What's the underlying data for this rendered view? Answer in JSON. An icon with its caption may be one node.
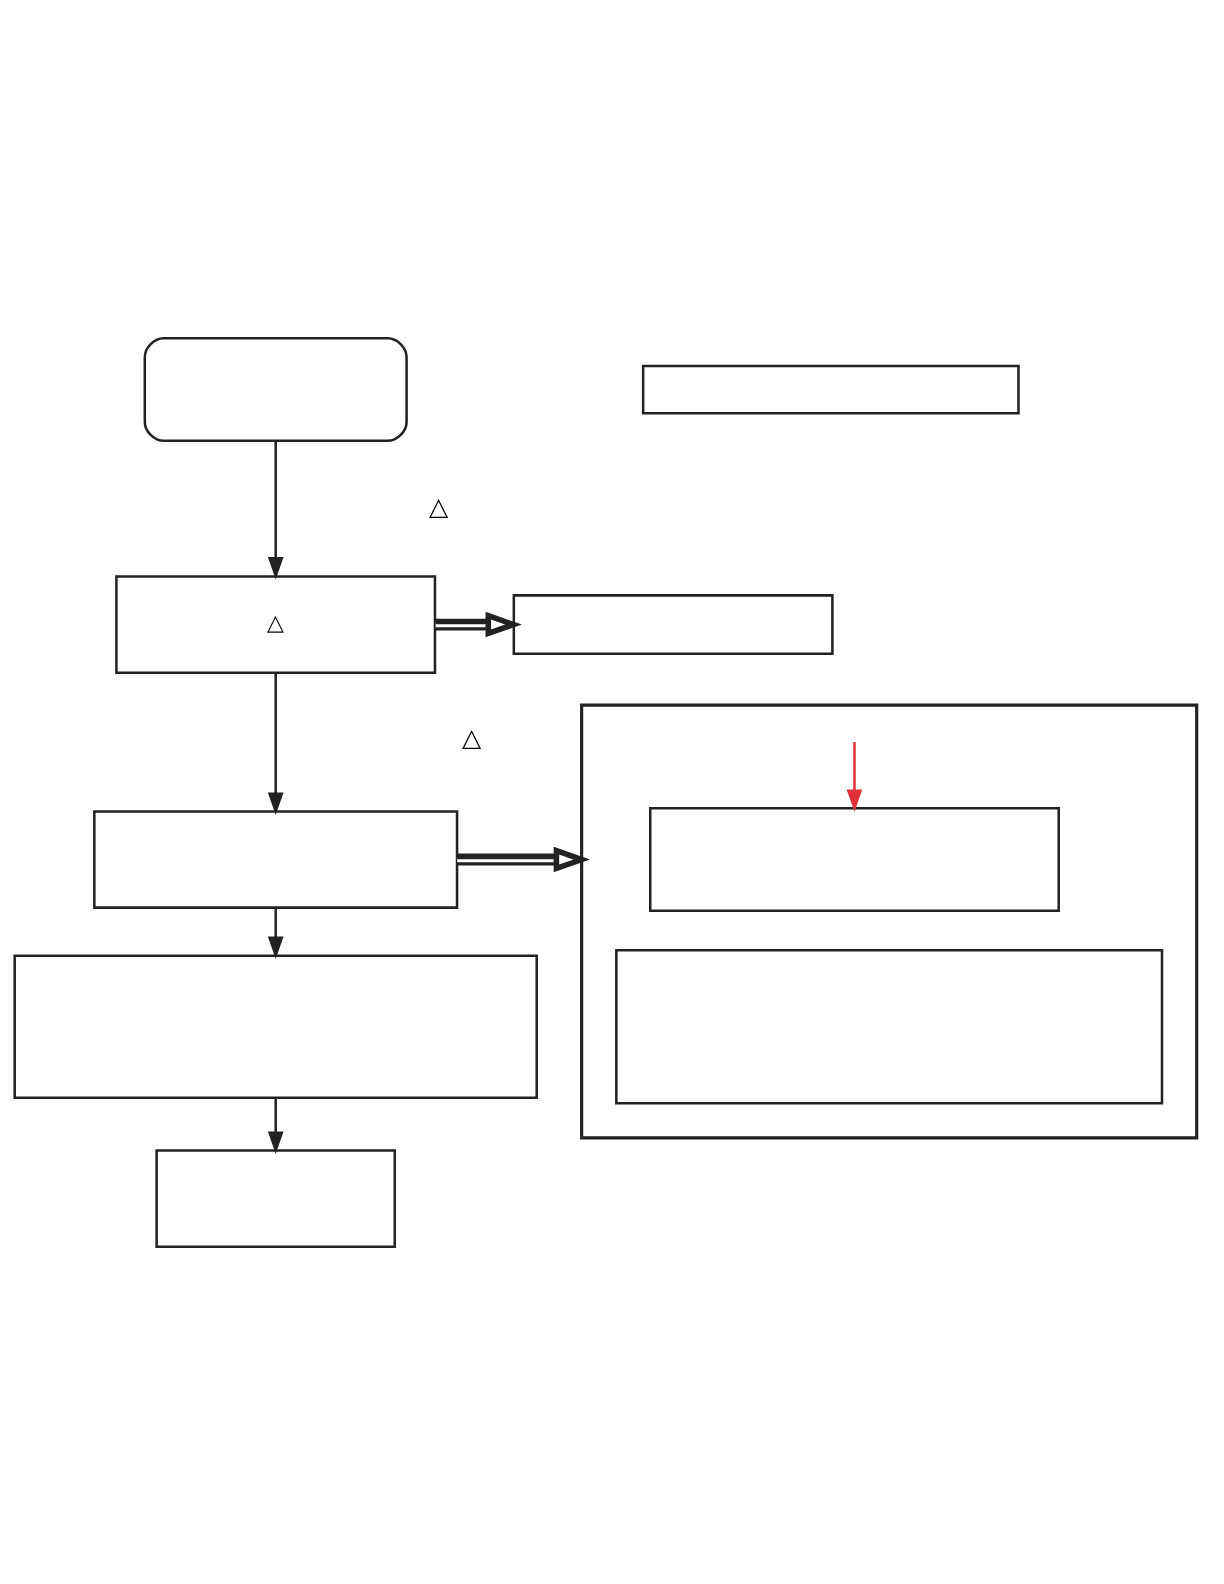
{
  "diagram": {
    "nodes": [
      {
        "text": [],
        "shape": "box"
      },
      {
        "text": [],
        "shape": "stadium"
      },
      {
        "text": [
          "△"
        ]
      },
      {
        "text": [],
        "shape": "box"
      },
      {
        "text": [],
        "shape": "box"
      },
      {
        "text": [],
        "shape": "box"
      },
      {
        "text": [],
        "shape": "box",
        "in": 5
      },
      {
        "text": [],
        "shape": "box",
        "in": 5
      },
      {
        "text": [],
        "shape": "box"
      },
      {
        "text": [],
        "shape": "box"
      }
    ],
    "edges": [
      {
        "from": 1,
        "to": 2,
        "arrow": "to"
      },
      {
        "from": 2,
        "to": 3,
        "arrow": "to",
        "style": "thick"
      },
      {
        "from": 2,
        "to": 4,
        "arrow": "to"
      },
      {
        "from": 4,
        "to": 5,
        "arrow": "to",
        "style": "thick"
      },
      {
        "from": 4,
        "to": 8,
        "arrow": "to"
      },
      {
        "from": 8,
        "to": 9,
        "arrow": "to"
      },
      {
        "from": null,
        "to": 6,
        "arrow": "to",
        "color": "#e0303a"
      }
    ],
    "labels": [
      "△",
      "△"
    ]
  }
}
